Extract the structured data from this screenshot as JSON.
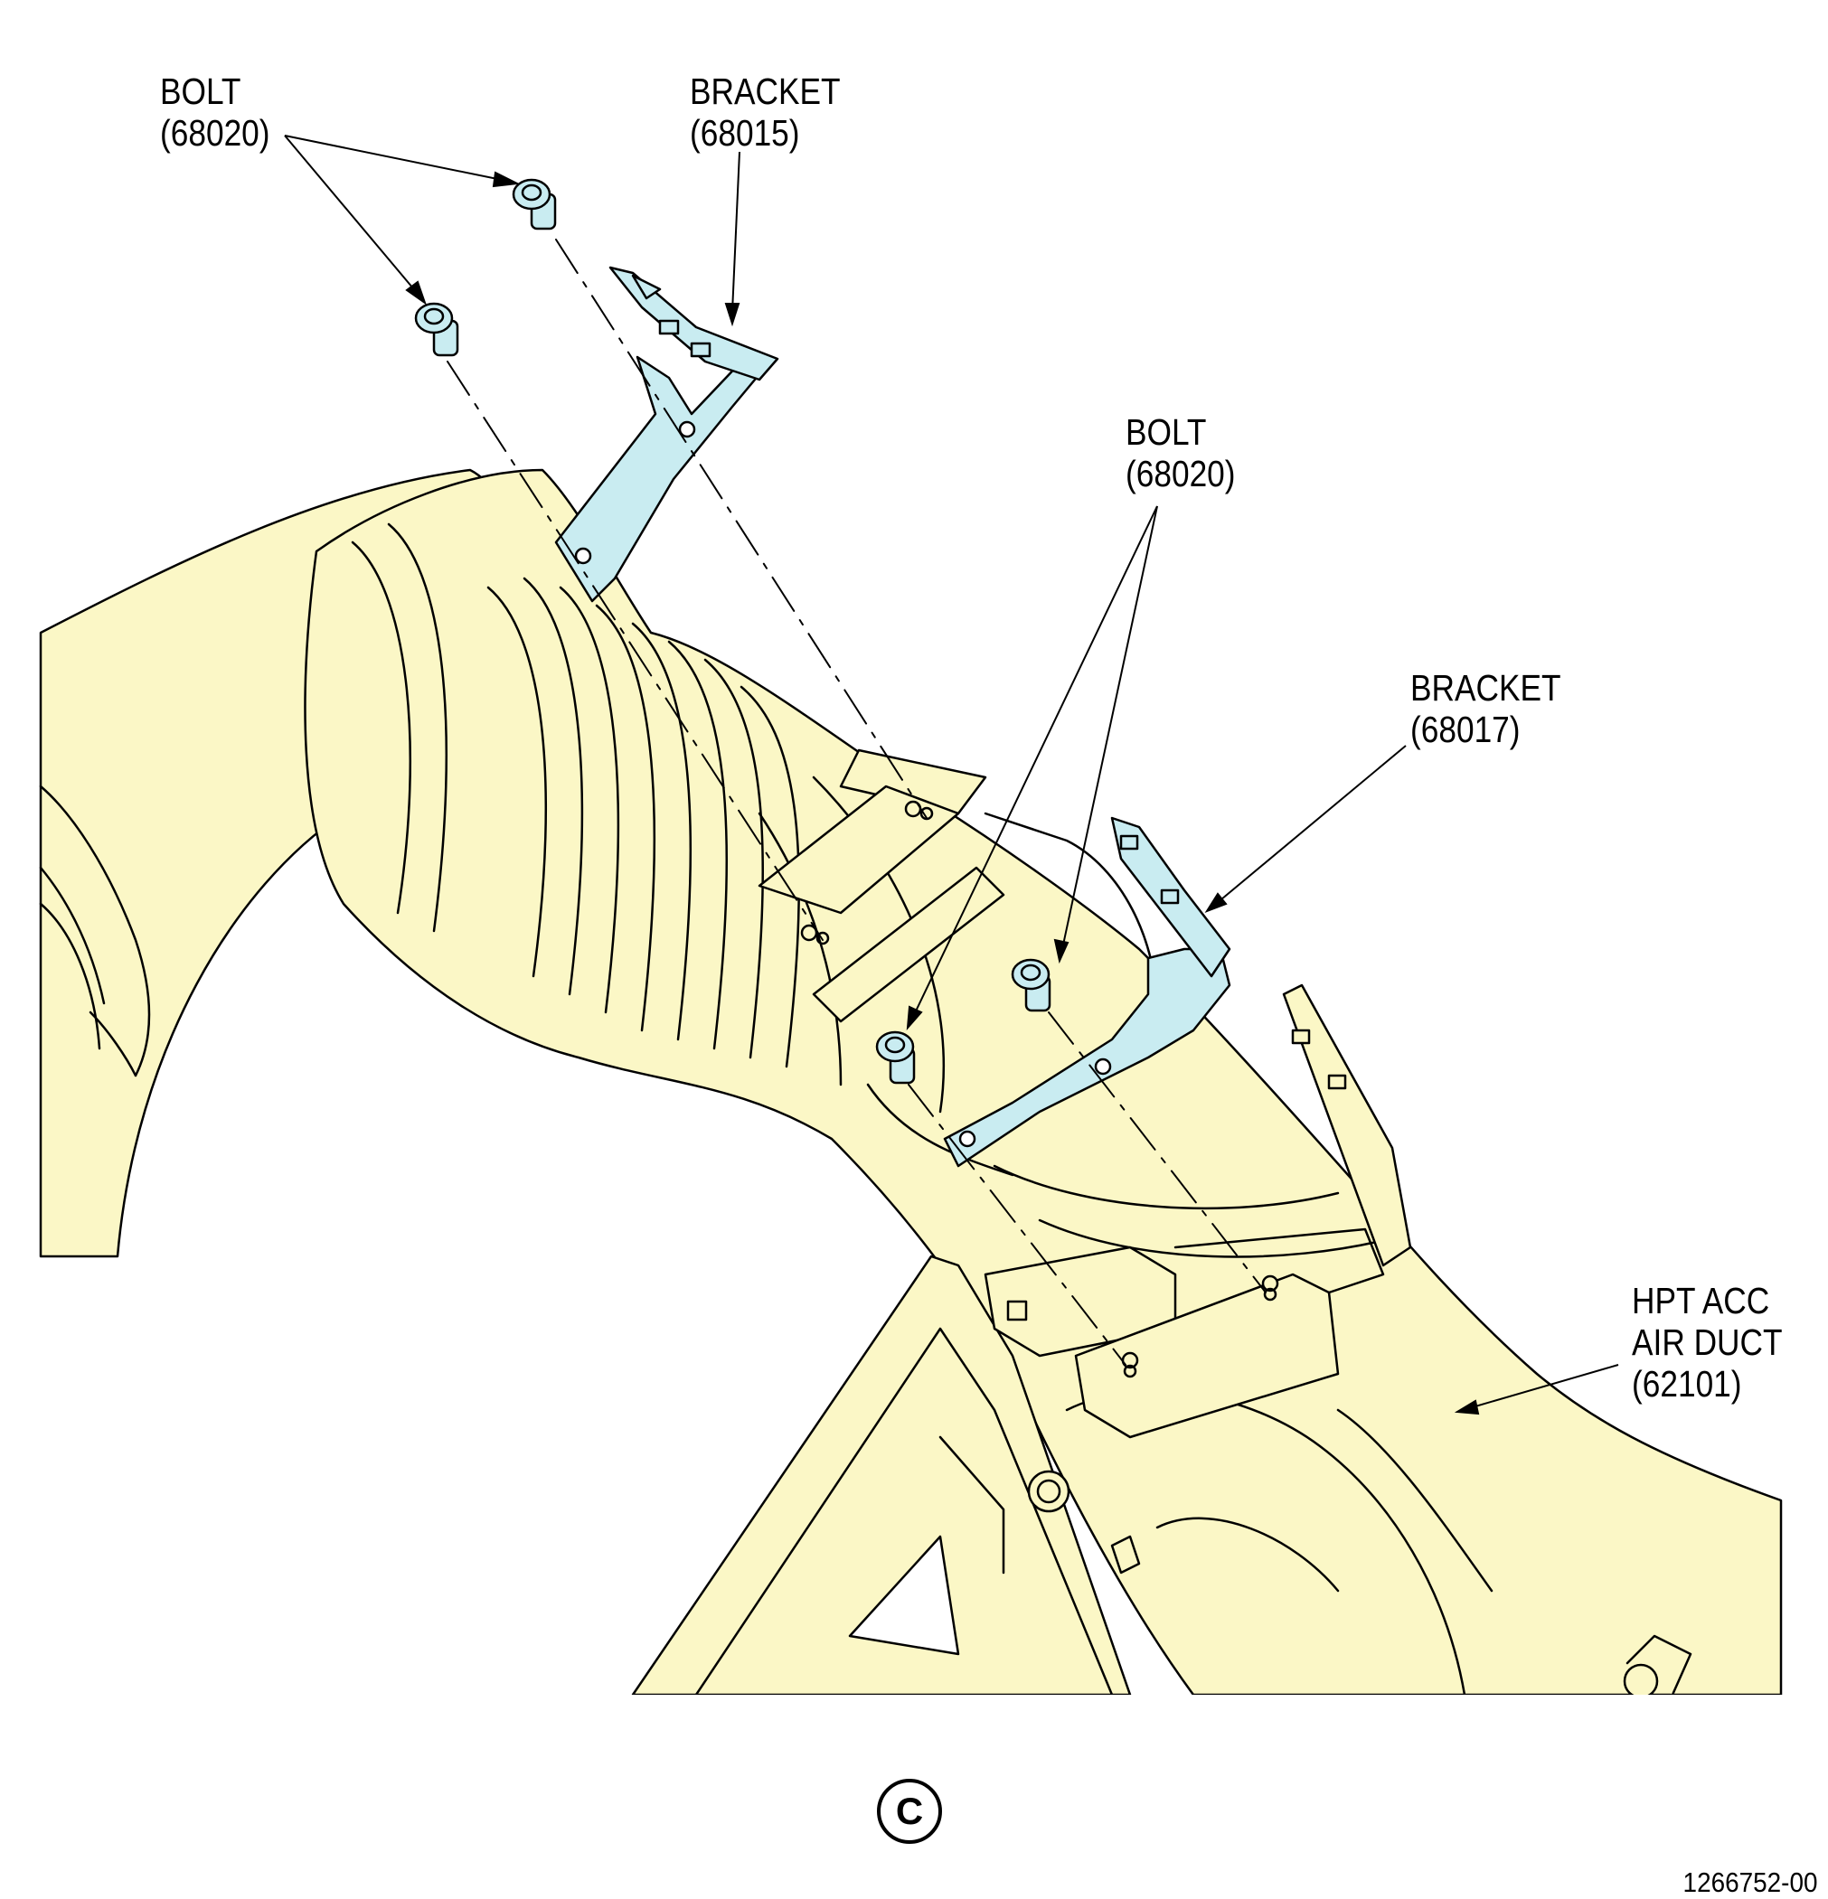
{
  "labels": {
    "bolt_top": {
      "name": "BOLT",
      "number": "(68020)"
    },
    "bracket_top": {
      "name": "BRACKET",
      "number": "(68015)"
    },
    "bolt_mid": {
      "name": "BOLT",
      "number": "(68020)"
    },
    "bracket_mid": {
      "name": "BRACKET",
      "number": "(68017)"
    },
    "duct": {
      "line1": "HPT ACC",
      "line2": "AIR DUCT",
      "number": "(62101)"
    }
  },
  "view_letter": "C",
  "figure_id": "1266752-00",
  "colors": {
    "duct_fill": "#FBF7C6",
    "bracket_fill": "#C9ECF1",
    "line": "#000000"
  }
}
